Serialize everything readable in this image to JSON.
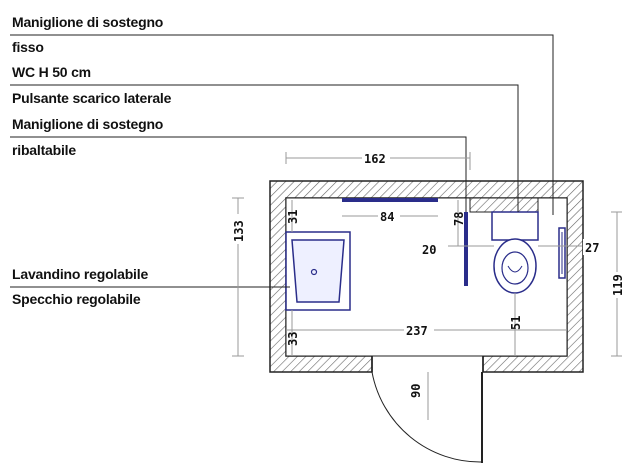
{
  "labels": {
    "grab_bar_fixed_1": "Maniglione di sostegno",
    "grab_bar_fixed_2": "fisso",
    "wc": "WC H 50 cm",
    "flush_button": "Pulsante scarico laterale",
    "grab_bar_folding_1": "Maniglione di sostegno",
    "grab_bar_folding_2": "ribaltabile",
    "sink": "Lavandino regolabile",
    "mirror": "Specchio regolabile"
  },
  "dimensions": {
    "top_width": "162",
    "mirror_width": "84",
    "left_height": "133",
    "sink_top_gap": "31",
    "grab_bar_gap": "78",
    "wc_gap": "20",
    "side_gap": "27",
    "right_height": "119",
    "bottom_width": "237",
    "sink_bottom_gap": "33",
    "wc_front": "51",
    "door": "90"
  },
  "colors": {
    "accent": "#2a2d8a",
    "line": "#111111",
    "dim_line": "#9a9a9a",
    "hatch": "#555555"
  }
}
